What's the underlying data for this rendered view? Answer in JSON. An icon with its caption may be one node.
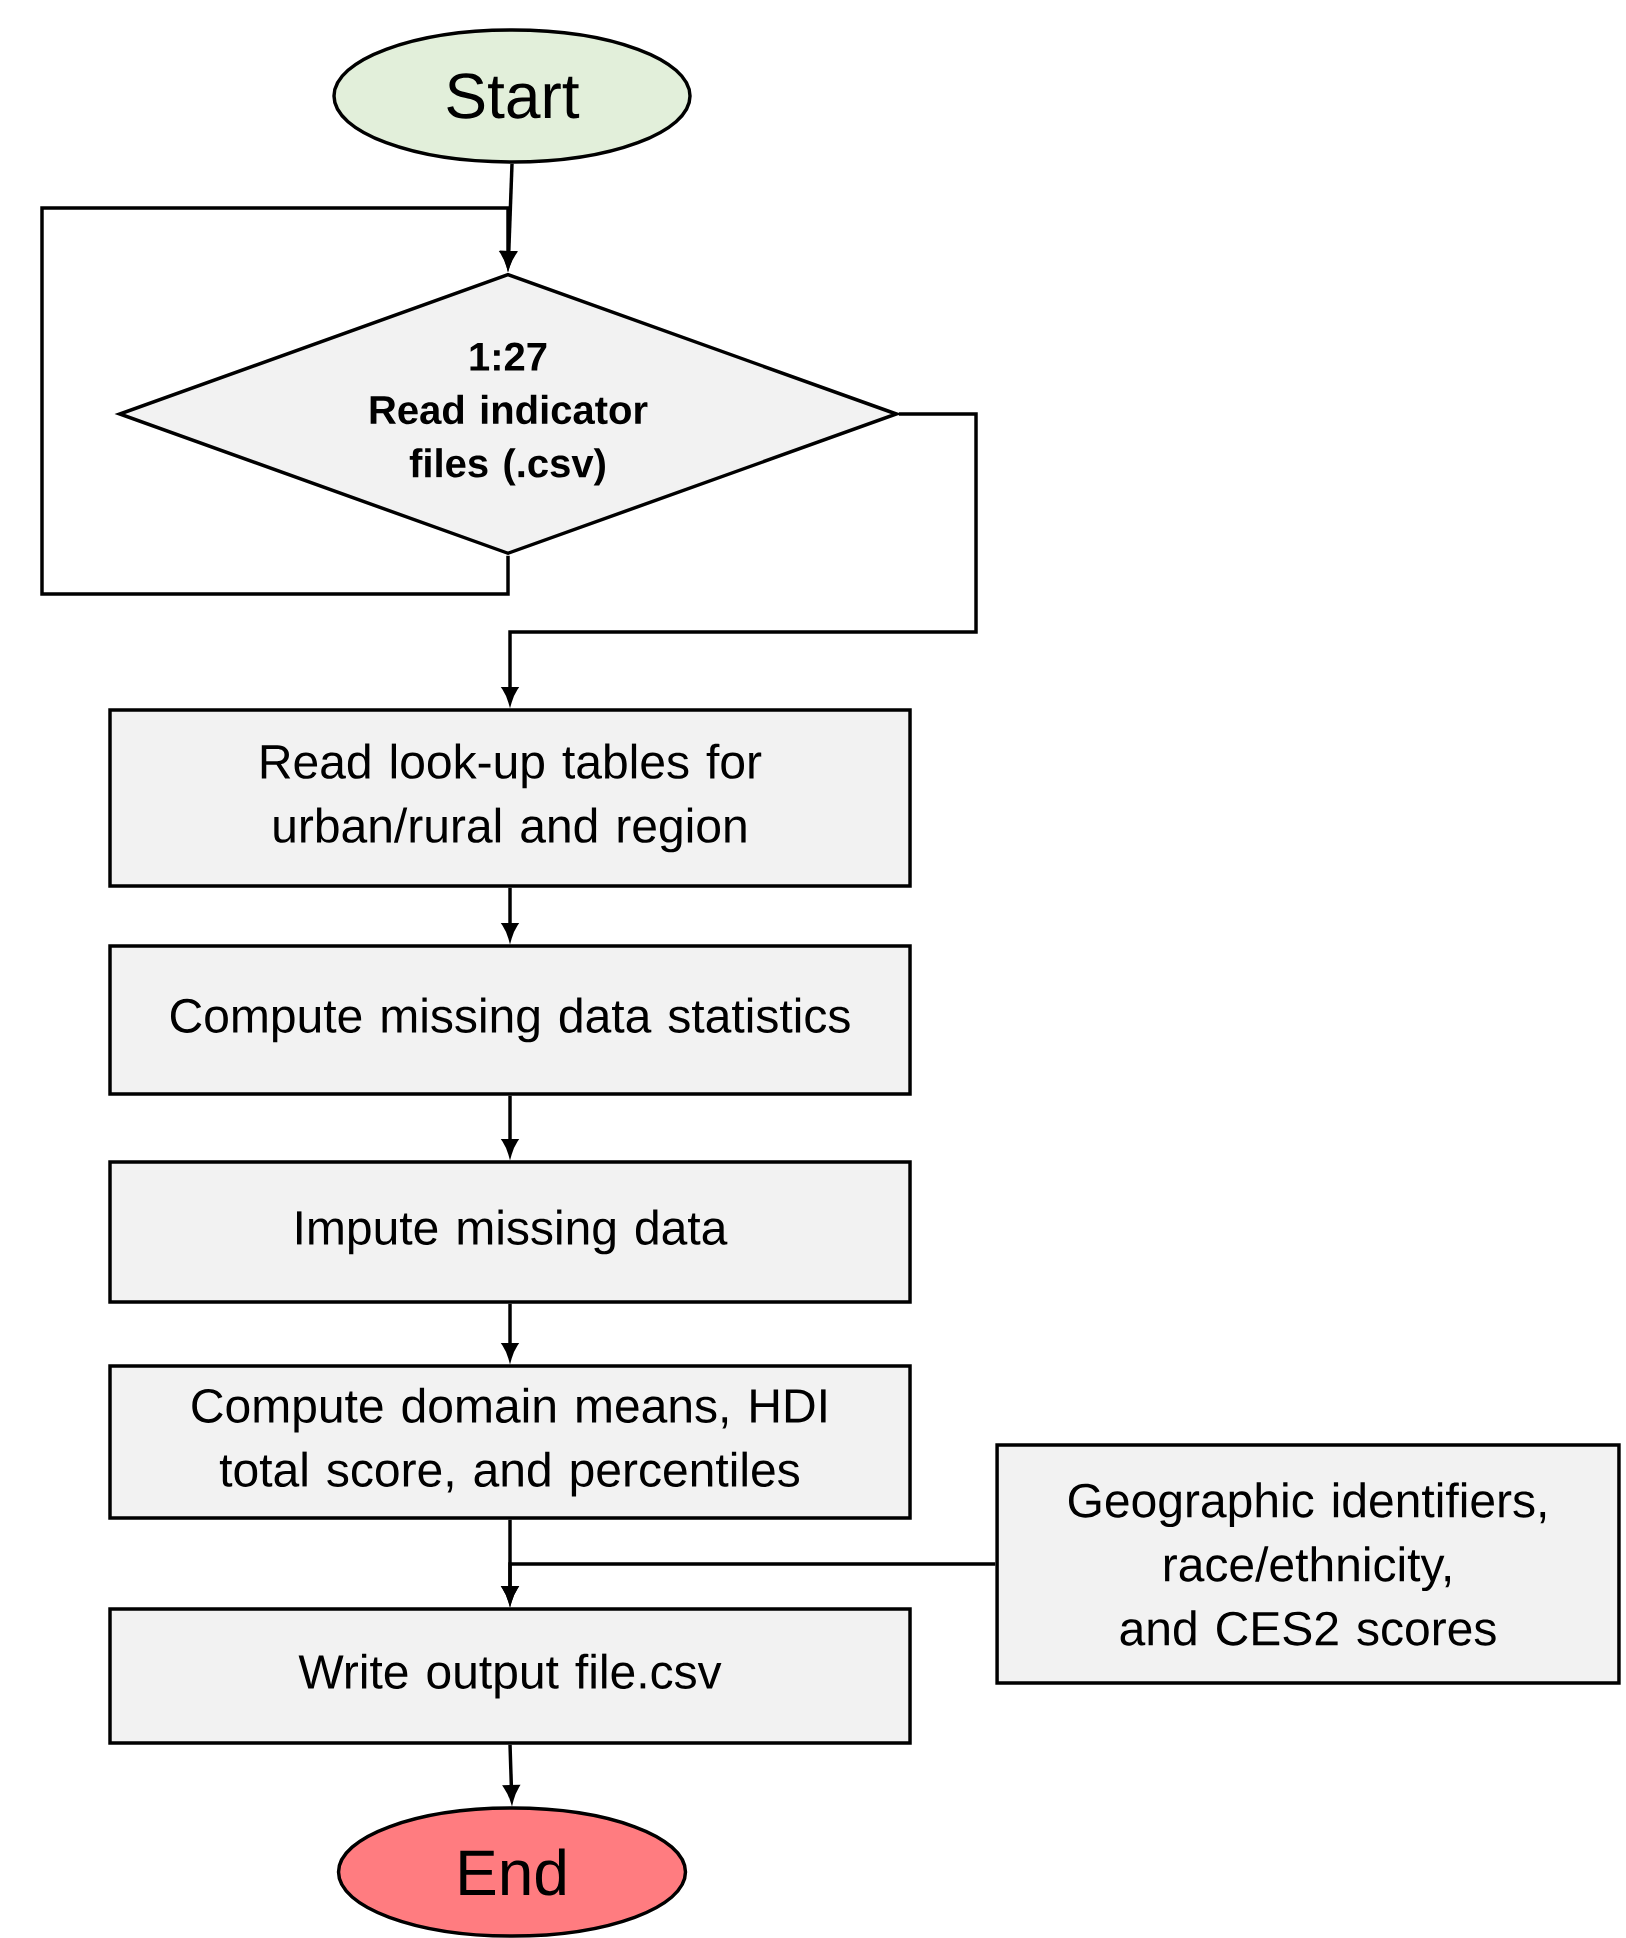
{
  "diagram": {
    "nodes": [
      {
        "text": [
          "Start"
        ]
      },
      {
        "text": [
          "1:27",
          "Read indicator files (.csv)"
        ]
      },
      {
        "text": [
          "Read look-up tables for urban/rural and region"
        ]
      },
      {
        "text": [
          "Compute missing data statistics"
        ]
      },
      {
        "text": [
          "Impute missing data"
        ]
      },
      {
        "text": [
          "Compute domain means, HDI total score, and percentiles"
        ]
      },
      {
        "text": [
          "Geographic identifiers, race/ethnicity, and CES2 scores"
        ]
      },
      {
        "text": [
          "Write output file.csv"
        ]
      },
      {
        "text": [
          "End"
        ]
      }
    ],
    "edges": [
      {
        "from": 0,
        "to": 1,
        "arrow": "to"
      },
      {
        "from": 1,
        "to": 1,
        "arrow": "to"
      },
      {
        "from": 1,
        "to": 2,
        "arrow": "to"
      },
      {
        "from": 2,
        "to": 3,
        "arrow": "to"
      },
      {
        "from": 3,
        "to": 4,
        "arrow": "to"
      },
      {
        "from": 4,
        "to": 5,
        "arrow": "to"
      },
      {
        "from": 5,
        "to": 7,
        "arrow": "to"
      },
      {
        "from": 6,
        "to": 7,
        "arrow": "to"
      },
      {
        "from": 7,
        "to": 8,
        "arrow": "to"
      }
    ]
  }
}
